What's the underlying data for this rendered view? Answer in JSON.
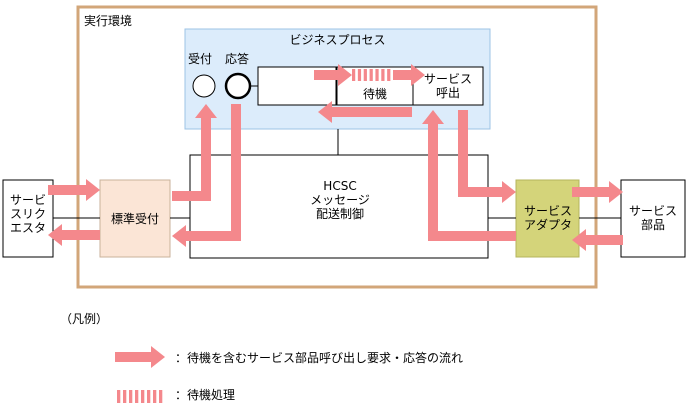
{
  "environment": {
    "label": "実行環境"
  },
  "business_process": {
    "title": "ビジネスプロセス",
    "receive_label": "受付",
    "respond_label": "応答",
    "wait_label": "待機",
    "service_call": [
      "サービス",
      "呼出"
    ]
  },
  "hcsc": {
    "lines": [
      "HCSC",
      "メッセージ",
      "配送制御"
    ]
  },
  "standard_receiver": {
    "label": "標準受付"
  },
  "service_requester": {
    "lines": [
      "サービ",
      "スリク",
      "エスタ"
    ]
  },
  "service_adapter": {
    "lines": [
      "サービス",
      "アダプタ"
    ]
  },
  "service_component": {
    "lines": [
      "サービス",
      "部品"
    ]
  },
  "legend": {
    "title": "（凡例）",
    "flow_text": "：待機を含むサービス部品呼び出し要求・応答の流れ",
    "wait_text": "：待機処理"
  },
  "colors": {
    "environment_border": "#d2a679",
    "business_process_fill": "#dcecfb",
    "business_process_border": "#9dc3e6",
    "standard_receiver_fill": "#fbe5d6",
    "service_adapter_fill": "#d4d47a",
    "arrow": "#f4888c"
  }
}
